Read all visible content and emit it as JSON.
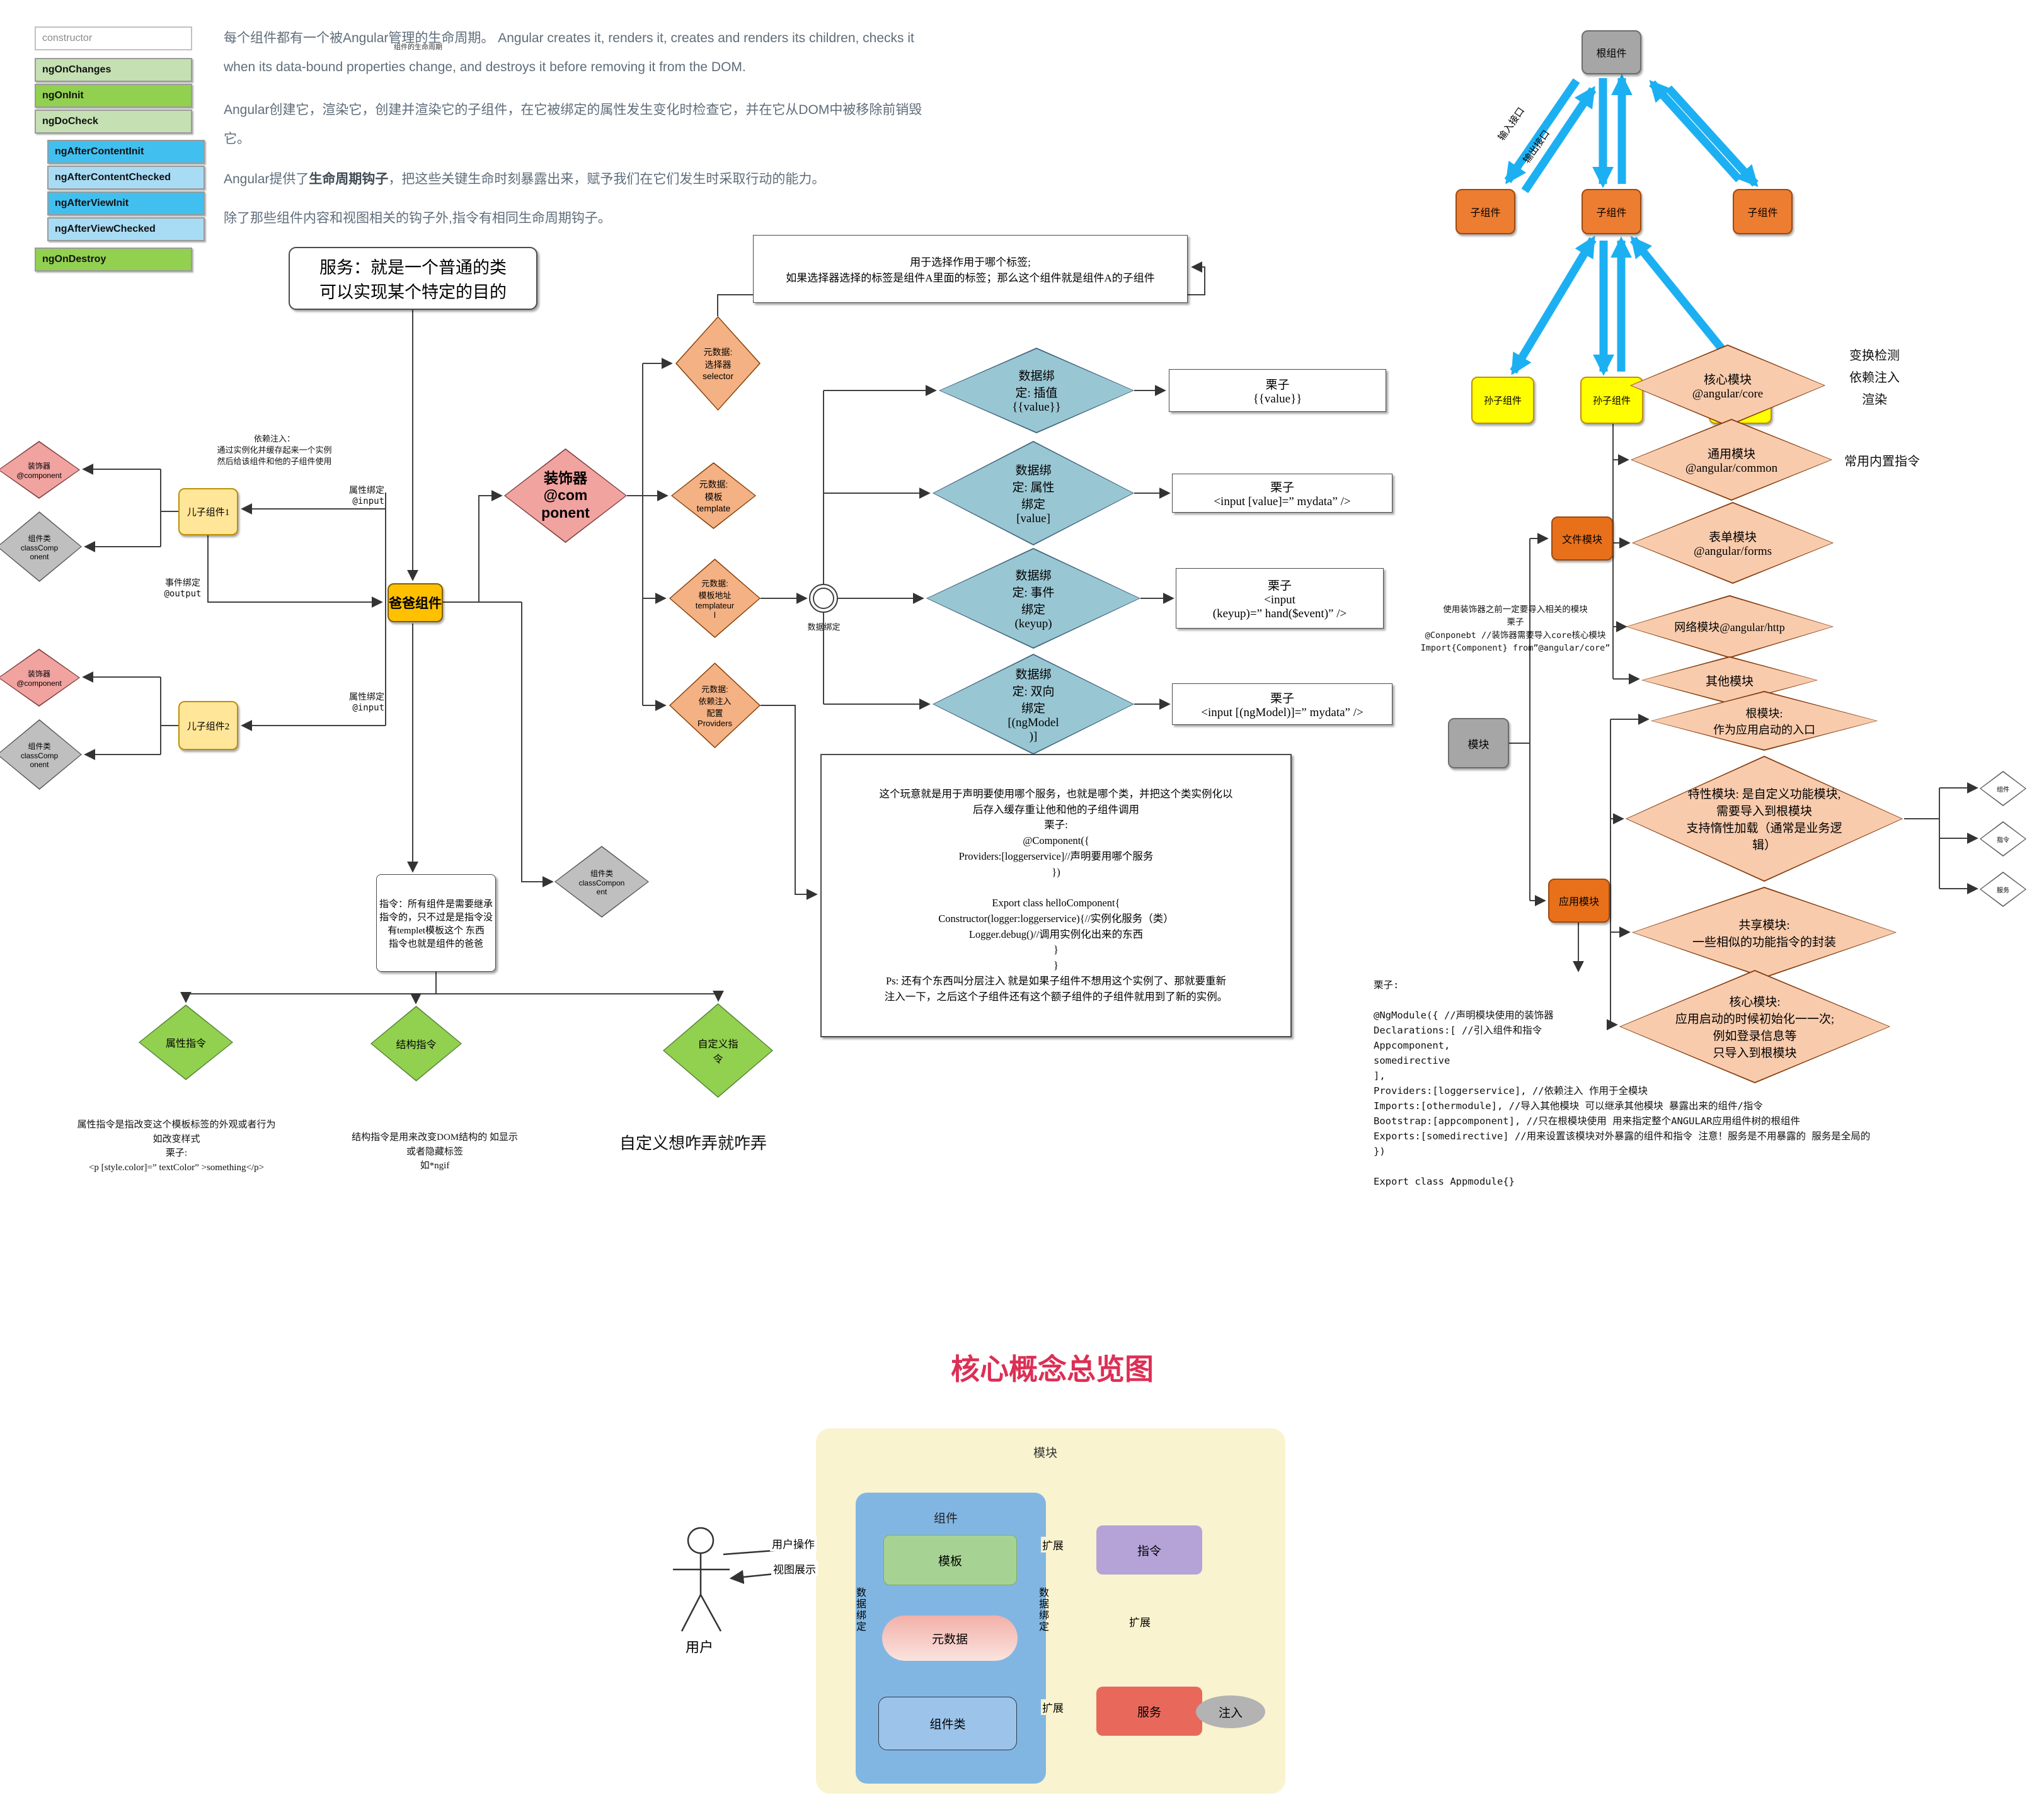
{
  "lifecycle": {
    "items": [
      {
        "label": "constructor"
      },
      {
        "label": "ngOnChanges"
      },
      {
        "label": "ngOnInit"
      },
      {
        "label": "ngDoCheck"
      },
      {
        "label": "ngAfterContentInit"
      },
      {
        "label": "ngAfterContentChecked"
      },
      {
        "label": "ngAfterViewInit"
      },
      {
        "label": "ngAfterViewChecked"
      },
      {
        "label": "ngOnDestroy"
      }
    ]
  },
  "intro": {
    "caption": "组件的生命周期",
    "p1": "每个组件都有一个被Angular管理的生命周期。 Angular creates it, renders it, creates and renders its children, checks it\nwhen its data-bound properties change, and destroys it before removing it from the DOM.",
    "p2": "Angular创建它，渲染它，创建并渲染它的子组件，在它被绑定的属性发生变化时检查它，并在它从DOM中被移除前销毁\n它。",
    "p3_pre": "Angular提供了",
    "p3_bold": "生命周期钩子",
    "p3_post": "，把这些关键生命时刻暴露出来，赋予我们在它们发生时采取行动的能力。",
    "p4": "除了那些组件内容和视图相关的钩子外,指令有相同生命周期钩子。"
  },
  "tree": {
    "root": "根组件",
    "children": [
      "子组件",
      "子组件",
      "子组件"
    ],
    "grandchildren": [
      "孙子组件",
      "孙子组件",
      "孙子组件"
    ],
    "input_label": "输入接口",
    "output_label": "输出接口"
  },
  "service_note": "服务：就是一个普通的类\n可以实现某个特定的目的",
  "selector_note": "用于选择作用于哪个标签;\n如果选择器选择的标签是组件A里面的标签；那么这个组件就是组件A的子组件",
  "left_flow": {
    "decorator1": "装饰器\n@component",
    "class1": "组件类\nclassComp\nonent",
    "decorator2": "装饰器\n@component",
    "class2": "组件类\nclassComp\nonent",
    "child1": "儿子组件1",
    "child2": "儿子组件2",
    "father": "爸爸组件",
    "di_note": "依赖注入：\n通过实例化并缓存起来一个实例\n然后给该组件和他的子组件使用",
    "attr_label1": "属性绑定\n@input",
    "attr_label2": "属性绑定\n@input",
    "event_label": "事件绑定\n@output",
    "decorator_big": "装饰器\n@com\nponent",
    "class3": "组件类\nclassCompon\nent"
  },
  "metadata": {
    "selector": "元数据:\n选择器\nselector",
    "template": "元数据:\n模板\ntemplate",
    "templateurl": "元数据:\n模板地址\ntemplateur\nl",
    "providers": "元数据:\n依赖注入\n配置\nProviders",
    "junction_label": "数据绑定"
  },
  "bindings": [
    {
      "diamond": "数据绑\n定: 插值\n{{value}}",
      "example": "栗子\n{{value}}"
    },
    {
      "diamond": "数据绑\n定: 属性\n绑定\n[value]",
      "example": "栗子\n<input [value]=” mydata” />"
    },
    {
      "diamond": "数据绑\n定: 事件\n绑定\n(keyup)",
      "example": "栗子\n<input\n(keyup)=” hand($event)” />"
    },
    {
      "diamond": "数据绑\n定: 双向\n绑定\n[(ngModel\n)]",
      "example": "栗子\n<input [(ngModel)]=” mydata” />"
    }
  ],
  "providers_box": "这个玩意就是用于声明要使用哪个服务，也就是哪个类，并把这个类实例化以\n后存入缓存重让他和他的子组件调用\n栗子:\n@Component({\nProviders:[loggerservice]//声明要用哪个服务\n})\n\nExport class helloComponent{\nConstructor(logger:loggerservice){//实例化服务（类）\nLogger.debug()//调用实例化出来的东西\n}\n}\nPs: 还有个东西叫分层注入 就是如果子组件不想用这个实例了、那就要重新\n注入一下，之后这个子组件还有这个额子组件的子组件就用到了新的实例。",
  "directive_box": "指令：所有组件是需要继承\n指令的，只不过是是指令没\n有templet模板这个 东西\n指令也就是组件的爸爸",
  "directives": {
    "attr": "属性指令",
    "struct": "结构指令",
    "custom": "自定义指\n令",
    "attr_note": "属性指令是指改变这个模板标签的外观或者行为\n如改变样式\n栗子:\n<p [style.color]=” textColor” >something</p>",
    "struct_note": "结构指令是用来改变DOM结构的 如显示\n或者隐藏标签\n如*ngif",
    "custom_note": "自定义想咋弄就咋弄"
  },
  "modules": {
    "module_box": "模块",
    "file_box": "文件模块",
    "app_box": "应用模块",
    "import_note": "使用装饰器之前一定要导入相关的模块\n栗子\n@Conponebt //装饰器需要导入core核心模块\nImport{Component} from”@angular/core”",
    "core": "核心模块\n@angular/core",
    "core_side": "变换检测\n依赖注入\n渲染",
    "common": "通用模块\n@angular/common",
    "common_side": "常用内置指令",
    "forms": "表单模块\n@angular/forms",
    "http": "网络模块@angular/http",
    "other": "其他模块",
    "root": "根模块:\n作为应用启动的入口",
    "feature": "特性模块: 是自定义功能模块,\n需要导入到根模块\n支持惰性加载（通常是业务逻\n辑）",
    "shared": "共享模块:\n一些相似的功能指令的封装",
    "core2": "核心模块:\n应用启动的时候初始化一一次;\n例如登录信息等\n只导入到根模块",
    "mini": [
      "组件",
      "指令",
      "服务"
    ]
  },
  "ngmodule_code": "栗子:\n\n@NgModule({  //声明模块使用的装饰器\nDeclarations:[  //引入组件和指令\nAppcomponent,\nsomedirective\n],\nProviders:[loggerservice], //依赖注入  作用于全模块\nImports:[othermodule],    //导入其他模块 可以继承其他模块 暴露出来的组件/指令\nBootstrap:[appcomponent], //只在根模块使用 用来指定整个ANGULAR应用组件树的根组件\nExports:[somedirective]  //用来设置该模块对外暴露的组件和指令 注意！服务是不用暴露的 服务是全局的\n})\n\nExport class Appmodule{}",
  "overview": {
    "title": "核心概念总览图",
    "module_label": "模块",
    "component_label": "组件",
    "template_label": "模板",
    "metadata_label": "元数据",
    "class_label": "组件类",
    "directive_label": "指令",
    "service_label": "服务",
    "inject_label": "注入",
    "user_label": "用户",
    "user_action": "用户操作",
    "view_display": "视图展示",
    "extend1": "扩展",
    "extend2": "扩展",
    "extend3": "扩展",
    "data_binding_left": "数据绑定",
    "data_binding_right": "数据绑定"
  },
  "colors": {
    "accent_blue_arrow": "#1cb0f2",
    "orange_box": "#ed7d31",
    "father_yellow": "#ffc000",
    "child_yellow": "#ffe699",
    "salmon": "#f1a3a0",
    "gray": "#bfbfbf",
    "meta_orange": "#f4b183",
    "module_orange_light": "#f8cbad",
    "binding_blue": "#99c6d3",
    "directive_green": "#92d050",
    "title_red": "#dc2f55"
  }
}
